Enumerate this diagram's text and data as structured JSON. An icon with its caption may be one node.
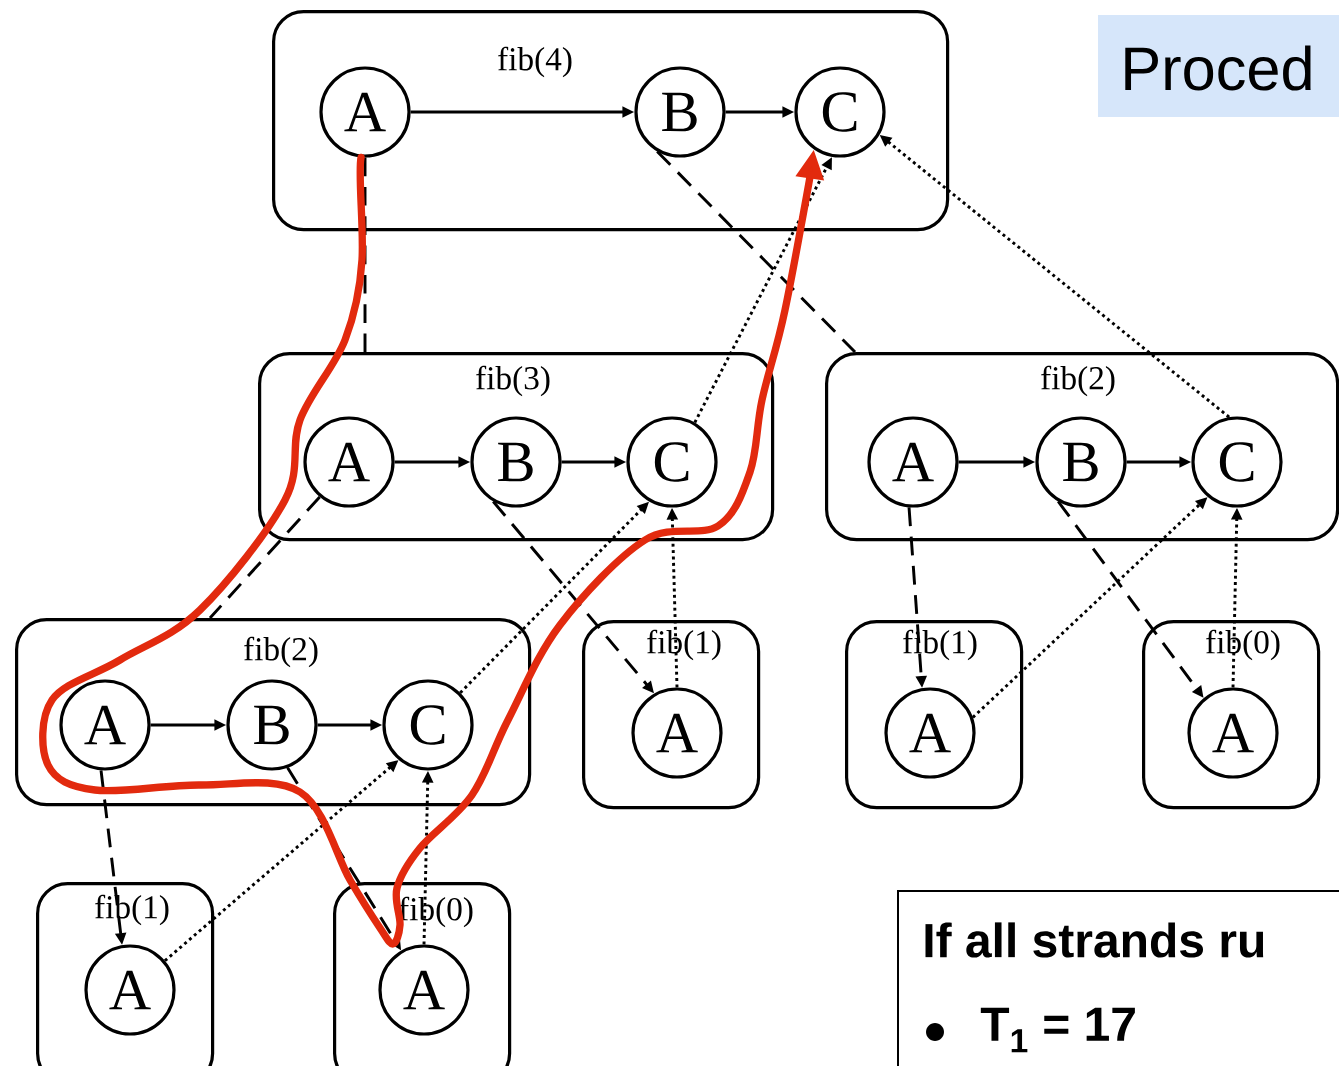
{
  "diagram": {
    "title": "Proced",
    "nodes": [
      {
        "text": [
          "fib(4)"
        ]
      },
      {
        "text": [
          "A"
        ],
        "in": 0
      },
      {
        "text": [
          "B"
        ],
        "in": 0
      },
      {
        "text": [
          "C"
        ],
        "in": 0
      },
      {
        "text": [
          "fib(3)"
        ]
      },
      {
        "text": [
          "A"
        ],
        "in": 4
      },
      {
        "text": [
          "B"
        ],
        "in": 4
      },
      {
        "text": [
          "C"
        ],
        "in": 4
      },
      {
        "text": [
          "fib(2)"
        ]
      },
      {
        "text": [
          "A"
        ],
        "in": 8
      },
      {
        "text": [
          "B"
        ],
        "in": 8
      },
      {
        "text": [
          "C"
        ],
        "in": 8
      },
      {
        "text": [
          "fib(2)"
        ]
      },
      {
        "text": [
          "A"
        ],
        "in": 12
      },
      {
        "text": [
          "B"
        ],
        "in": 12
      },
      {
        "text": [
          "C"
        ],
        "in": 12
      },
      {
        "text": [
          "fib(1)"
        ]
      },
      {
        "text": [
          "A"
        ],
        "in": 16
      },
      {
        "text": [
          "fib(1)"
        ]
      },
      {
        "text": [
          "A"
        ],
        "in": 18
      },
      {
        "text": [
          "fib(0)"
        ]
      },
      {
        "text": [
          "A"
        ],
        "in": 20
      },
      {
        "text": [
          "fib(1)"
        ]
      },
      {
        "text": [
          "A"
        ],
        "in": 22
      },
      {
        "text": [
          "fib(0)"
        ]
      },
      {
        "text": [
          "A"
        ],
        "in": 24
      },
      {
        "text": [
          "If all strands ru",
          "T$_{1}$ = 17"
        ]
      }
    ],
    "edges": [
      {
        "from": 1,
        "to": 2,
        "arrow": "to"
      },
      {
        "from": 2,
        "to": 3,
        "arrow": "to"
      },
      {
        "from": 5,
        "to": 6,
        "arrow": "to"
      },
      {
        "from": 6,
        "to": 7,
        "arrow": "to"
      },
      {
        "from": 9,
        "to": 10,
        "arrow": "to"
      },
      {
        "from": 10,
        "to": 11,
        "arrow": "to"
      },
      {
        "from": 13,
        "to": 14,
        "arrow": "to"
      },
      {
        "from": 14,
        "to": 15,
        "arrow": "to"
      },
      {
        "from": 1,
        "to": 4,
        "arrow": "none",
        "style": "dashed"
      },
      {
        "from": 2,
        "to": 8,
        "arrow": "none",
        "style": "dashed"
      },
      {
        "from": 5,
        "to": 12,
        "arrow": "none",
        "style": "dashed"
      },
      {
        "from": 6,
        "to": 17,
        "arrow": "to",
        "style": "dashed"
      },
      {
        "from": 9,
        "to": 19,
        "arrow": "to",
        "style": "dashed"
      },
      {
        "from": 10,
        "to": 21,
        "arrow": "to",
        "style": "dashed"
      },
      {
        "from": 13,
        "to": 23,
        "arrow": "to",
        "style": "dashed"
      },
      {
        "from": 14,
        "to": 25,
        "arrow": "to",
        "style": "dashed"
      },
      {
        "from": 17,
        "to": 7,
        "arrow": "to",
        "style": "dashed"
      },
      {
        "from": 15,
        "to": 7,
        "arrow": "to",
        "style": "dashed"
      },
      {
        "from": 7,
        "to": 3,
        "arrow": "to",
        "style": "dashed"
      },
      {
        "from": 19,
        "to": 11,
        "arrow": "to",
        "style": "dashed"
      },
      {
        "from": 21,
        "to": 11,
        "arrow": "to",
        "style": "dashed"
      },
      {
        "from": 11,
        "to": 3,
        "arrow": "to",
        "style": "dashed"
      },
      {
        "from": 23,
        "to": 15,
        "arrow": "to",
        "style": "dashed"
      },
      {
        "from": 25,
        "to": 15,
        "arrow": "to",
        "style": "dashed"
      },
      {
        "from": 1,
        "to": 3,
        "arrow": "to",
        "style": "thick",
        "color": "#e22a0e"
      }
    ]
  }
}
